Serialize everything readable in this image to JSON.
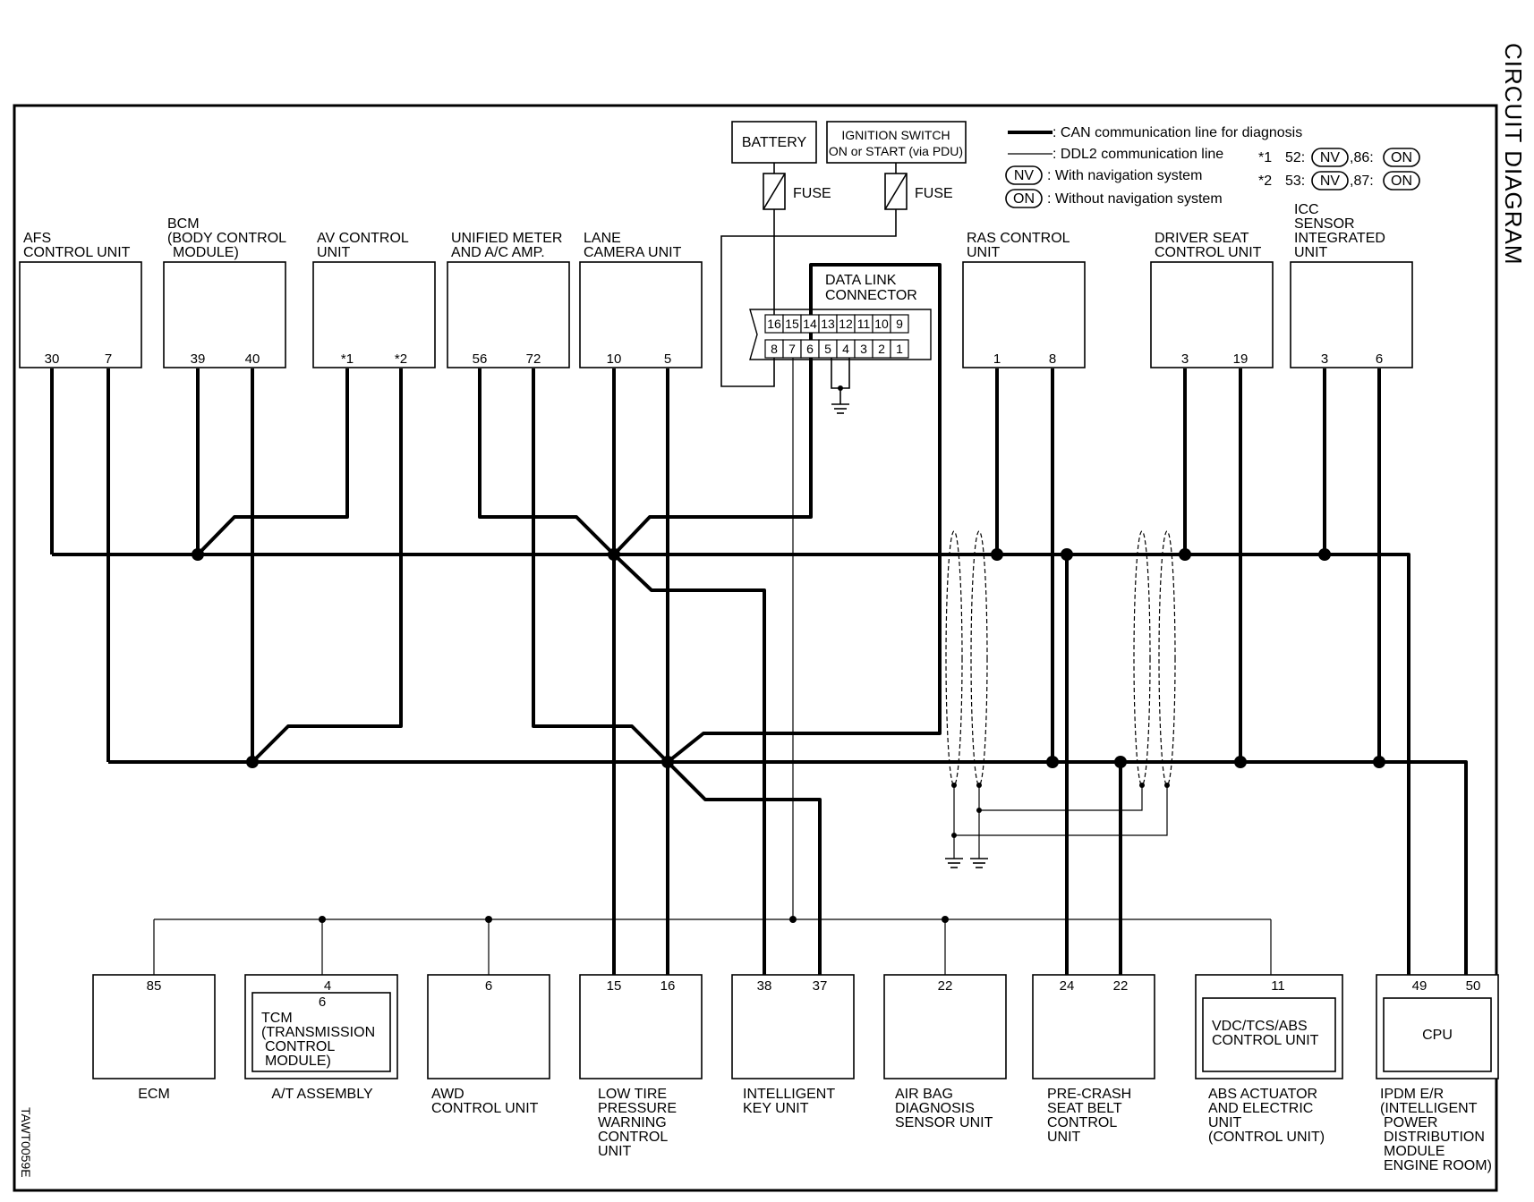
{
  "title": "CIRCUIT DIAGRAM",
  "code": "TAWT0059E",
  "legend": {
    "can": ": CAN communication line for diagnosis",
    "ddl": ": DDL2 communication line",
    "nv_badge": "NV",
    "nv_text": ": With navigation system",
    "on_badge": "ON",
    "on_text": ": Without navigation system",
    "note1_star": "*1",
    "note1_a": "52:",
    "note1_b": ",86:",
    "note2_star": "*2",
    "note2_a": "53:",
    "note2_b": ",87:"
  },
  "power": {
    "battery": "BATTERY",
    "ignition_l1": "IGNITION SWITCH",
    "ignition_l2": "ON or START (via PDU)",
    "fuse1": "FUSE",
    "fuse2": "FUSE"
  },
  "dlc": {
    "l1": "DATA LINK",
    "l2": "CONNECTOR",
    "top_pins": [
      "16",
      "15",
      "14",
      "13",
      "12",
      "11",
      "10",
      "9"
    ],
    "bottom_pins": [
      "8",
      "7",
      "6",
      "5",
      "4",
      "3",
      "2",
      "1"
    ]
  },
  "top_units": [
    {
      "l1": "AFS",
      "l2": "CONTROL UNIT",
      "l3": "",
      "pins": [
        "30",
        "7"
      ]
    },
    {
      "l1": "BCM",
      "l2": "(BODY CONTROL",
      "l3": "MODULE)",
      "pins": [
        "39",
        "40"
      ]
    },
    {
      "l1": "AV CONTROL",
      "l2": "UNIT",
      "l3": "",
      "pins": [
        "*1",
        "*2"
      ]
    },
    {
      "l1": "UNIFIED METER",
      "l2": "AND A/C AMP.",
      "l3": "",
      "pins": [
        "56",
        "72"
      ]
    },
    {
      "l1": "LANE",
      "l2": "CAMERA UNIT",
      "l3": "",
      "pins": [
        "10",
        "5"
      ]
    },
    {
      "l1": "RAS CONTROL",
      "l2": "UNIT",
      "l3": "",
      "pins": [
        "1",
        "8"
      ]
    },
    {
      "l1": "DRIVER SEAT",
      "l2": "CONTROL UNIT",
      "l3": "",
      "pins": [
        "3",
        "19"
      ]
    },
    {
      "l1": "ICC",
      "l2": "SENSOR",
      "l3": "INTEGRATED",
      "l4": "UNIT",
      "pins": [
        "3",
        "6"
      ]
    }
  ],
  "bottom_units": {
    "ecm": {
      "pin": "85",
      "label": "ECM"
    },
    "at": {
      "pin": "4",
      "inner_pin": "6",
      "inner_l1": "TCM",
      "inner_l2": "(TRANSMISSION",
      "inner_l3": "CONTROL",
      "inner_l4": "MODULE)",
      "label": "A/T ASSEMBLY"
    },
    "awd": {
      "pin": "6",
      "l1": "AWD",
      "l2": "CONTROL UNIT"
    },
    "ltp": {
      "pins": [
        "15",
        "16"
      ],
      "l1": "LOW TIRE",
      "l2": "PRESSURE",
      "l3": "WARNING",
      "l4": "CONTROL",
      "l5": "UNIT"
    },
    "ikey": {
      "pins": [
        "38",
        "37"
      ],
      "l1": "INTELLIGENT",
      "l2": "KEY UNIT"
    },
    "airbag": {
      "pin": "22",
      "l1": "AIR BAG",
      "l2": "DIAGNOSIS",
      "l3": "SENSOR UNIT"
    },
    "precrash": {
      "pins": [
        "24",
        "22"
      ],
      "l1": "PRE-CRASH",
      "l2": "SEAT BELT",
      "l3": "CONTROL",
      "l4": "UNIT"
    },
    "abs": {
      "pin": "11",
      "inner_l1": "VDC/TCS/ABS",
      "inner_l2": "CONTROL UNIT",
      "l1": "ABS ACTUATOR",
      "l2": "AND ELECTRIC",
      "l3": "UNIT",
      "l4": "(CONTROL UNIT)"
    },
    "ipdm": {
      "pins": [
        "49",
        "50"
      ],
      "inner": "CPU",
      "l1": "IPDM E/R",
      "l2": "(INTELLIGENT",
      "l3": "POWER",
      "l4": "DISTRIBUTION",
      "l5": "MODULE",
      "l6": "ENGINE ROOM)"
    }
  }
}
